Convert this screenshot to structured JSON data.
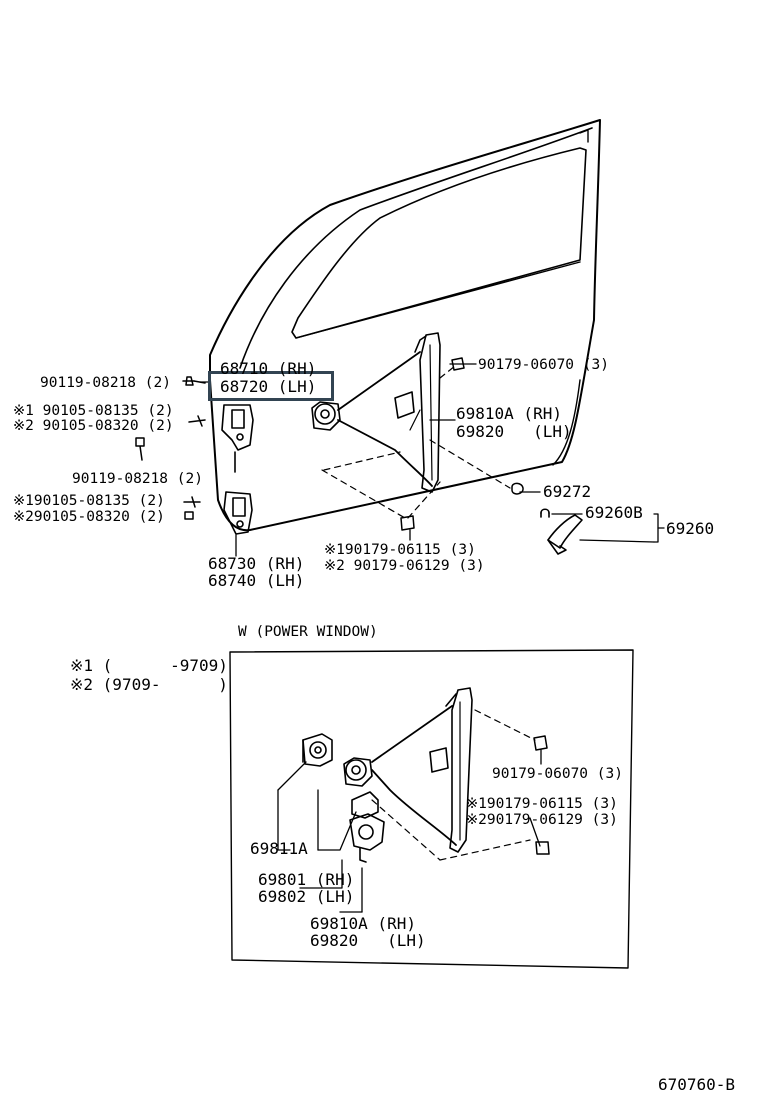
{
  "figure_id": "670760-B",
  "highlight_color": "#324452",
  "manual_window_parts": {
    "bolt_upper": "90119-08218 (2)",
    "bolt_upper_alt1": "※1 90105-08135 (2)",
    "bolt_upper_alt2": "※2 90105-08320 (2)",
    "bolt_lower": "90119-08218 (2)",
    "bolt_lower_alt1": "※190105-08135 (2)",
    "bolt_lower_alt2": "※290105-08320 (2)",
    "hinge_upper_rh": "68710 (RH)",
    "hinge_upper_lh": "68720 (LH)",
    "hinge_lower_rh": "68730 (RH)",
    "hinge_lower_lh": "68740 (LH)",
    "nut_top": "90179-06070 (3)",
    "regulator_rh": "69810A (RH)",
    "regulator_lh": "69820   (LH)",
    "clip": "69272",
    "handle_clip": "69260B",
    "handle": "69260",
    "nut_bottom_alt1": "※190179-06115 (3)",
    "nut_bottom_alt2": "※2 90179-06129 (3)"
  },
  "power_window": {
    "title": "W (POWER WINDOW)",
    "note_1": "※1 (      -9709)",
    "note_2": "※2 (9709-      )",
    "nut_top": "90179-06070 (3)",
    "nut_alt1": "※190179-06115 (3)",
    "nut_alt2": "※290179-06129 (3)",
    "motor": "69811A",
    "motor_assy_rh": "69801 (RH)",
    "motor_assy_lh": "69802 (LH)",
    "regulator_rh": "69810A (RH)",
    "regulator_lh": "69820   (LH)"
  }
}
